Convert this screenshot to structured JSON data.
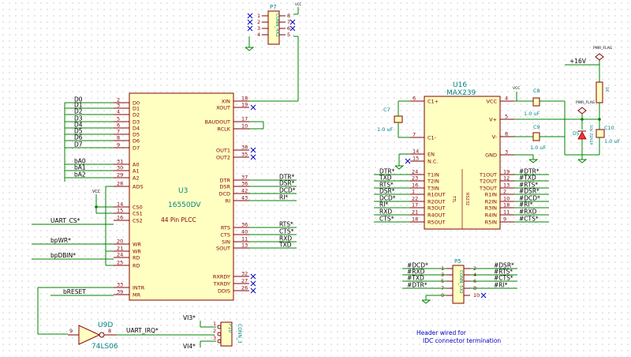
{
  "u3": {
    "ref": "U3",
    "value": "16550DV",
    "pkg": "44 Pin PLCC",
    "left_pins": [
      {
        "num": "2",
        "name": "D0"
      },
      {
        "num": "3",
        "name": "D1"
      },
      {
        "num": "4",
        "name": "D2"
      },
      {
        "num": "5",
        "name": "D3"
      },
      {
        "num": "6",
        "name": "D4"
      },
      {
        "num": "7",
        "name": "D5"
      },
      {
        "num": "8",
        "name": "D6"
      },
      {
        "num": "9",
        "name": "D7"
      },
      {
        "num": "31",
        "name": "A0"
      },
      {
        "num": "30",
        "name": "A1"
      },
      {
        "num": "29",
        "name": "A2"
      },
      {
        "num": "28",
        "name": "ADS"
      },
      {
        "num": "14",
        "name": "CS0"
      },
      {
        "num": "15",
        "name": "CS1"
      },
      {
        "num": "16",
        "name": "CS2"
      },
      {
        "num": "20",
        "name": "WR"
      },
      {
        "num": "21",
        "name": "WR"
      },
      {
        "num": "24",
        "name": "RD"
      },
      {
        "num": "25",
        "name": "RD"
      },
      {
        "num": "33",
        "name": "INTR"
      },
      {
        "num": "39",
        "name": "MR"
      }
    ],
    "right_pins": [
      {
        "num": "18",
        "name": "XIN"
      },
      {
        "num": "19",
        "name": "XOUT"
      },
      {
        "num": "17",
        "name": "BAUDOUT"
      },
      {
        "num": "10",
        "name": "RCLK"
      },
      {
        "num": "38",
        "name": "OUT1"
      },
      {
        "num": "35",
        "name": "OUT2"
      },
      {
        "num": "37",
        "name": "DTR"
      },
      {
        "num": "36",
        "name": "DSR"
      },
      {
        "num": "42",
        "name": "DCD"
      },
      {
        "num": "43",
        "name": "RI"
      },
      {
        "num": "36",
        "name": "RTS"
      },
      {
        "num": "40",
        "name": "CTS"
      },
      {
        "num": "11",
        "name": "SIN"
      },
      {
        "num": "13",
        "name": "SOUT"
      },
      {
        "num": "32",
        "name": "RXRDY"
      },
      {
        "num": "27",
        "name": "TXRDY"
      },
      {
        "num": "26",
        "name": "DDIS"
      }
    ],
    "left_nets": [
      "D0",
      "D1",
      "D2",
      "D3",
      "D4",
      "D5",
      "D6",
      "D7",
      "bA0",
      "bA1",
      "bA2"
    ],
    "right_nets": [
      "DTR*",
      "DSR*",
      "DCD*",
      "RI*",
      "RTS*",
      "CTS*",
      "RXD",
      "TXD"
    ],
    "uart_cs": "UART_CS*",
    "bpwr": "bpWR*",
    "bpdbin": "bpDBIN*",
    "breset": "bRESET",
    "uart_irq": "UART_IRQ*"
  },
  "u16": {
    "ref": "U16",
    "value": "MAX239",
    "side_label": "TTL",
    "side_label2": "RS232",
    "top_left": [
      {
        "num": "6",
        "name": "C1+"
      },
      {
        "num": "7",
        "name": "C1-"
      },
      {
        "num": "14",
        "name": "EN"
      },
      {
        "num": "15",
        "name": "N.C."
      }
    ],
    "top_right": [
      {
        "num": "4",
        "name": "VCC"
      },
      {
        "num": "5",
        "name": "V+"
      },
      {
        "num": "8",
        "name": "V-"
      },
      {
        "num": "3",
        "name": "GND"
      }
    ],
    "in_pins": [
      {
        "num": "24",
        "name": "T1IN",
        "net": "DTR*"
      },
      {
        "num": "23",
        "name": "T2IN",
        "net": "TXD"
      },
      {
        "num": "16",
        "name": "T3IN",
        "net": "RTS*"
      },
      {
        "num": "1",
        "name": "R1OUT",
        "net": "DSR*"
      },
      {
        "num": "22",
        "name": "R2OUT",
        "net": "DCD*"
      },
      {
        "num": "17",
        "name": "R3OUT",
        "net": "RI*"
      },
      {
        "num": "21",
        "name": "R4OUT",
        "net": "RXD"
      },
      {
        "num": "18",
        "name": "R5OUT",
        "net": "CTS*"
      }
    ],
    "out_pins": [
      {
        "num": "19",
        "name": "T1OUT",
        "net": "#DTR*"
      },
      {
        "num": "12",
        "name": "T2OUT",
        "net": "#TXD"
      },
      {
        "num": "13",
        "name": "T3OUT",
        "net": "#RTS*"
      },
      {
        "num": "2",
        "name": "R1IN",
        "net": "#DSR*"
      },
      {
        "num": "10",
        "name": "R2IN",
        "net": "#DCD*"
      },
      {
        "num": "18",
        "name": "R3IN",
        "net": "#RI*"
      },
      {
        "num": "11",
        "name": "R4IN",
        "net": "#RXD"
      },
      {
        "num": "9",
        "name": "R5IN",
        "net": "#CTS*"
      }
    ]
  },
  "p7": {
    "ref": "P7",
    "value": "CONN_4X2",
    "pins_left": [
      "1",
      "2",
      "3",
      "4"
    ],
    "pins_right": [
      "8",
      "7",
      "6",
      "5"
    ]
  },
  "p5": {
    "ref": "P5",
    "value": "CONN_5X2",
    "left": [
      {
        "num": "1",
        "net": "#DCD*"
      },
      {
        "num": "3",
        "net": "#RXD"
      },
      {
        "num": "5",
        "net": "#TXD"
      },
      {
        "num": "7",
        "net": "#DTR*"
      },
      {
        "num": "9",
        "net": ""
      }
    ],
    "right": [
      {
        "num": "2",
        "net": "#DSR*"
      },
      {
        "num": "4",
        "net": "#RTS*"
      },
      {
        "num": "6",
        "net": "#CTS*"
      },
      {
        "num": "8",
        "net": "#RI*"
      },
      {
        "num": "10",
        "net": ""
      }
    ]
  },
  "u9": {
    "ref": "U9D",
    "value": "74LS06",
    "pin_in": "9",
    "pin_out": "8"
  },
  "conn3": {
    "ref": "P10",
    "value": "CONN_3",
    "net1": "VI3*",
    "net2": "VI4*",
    "pins": [
      "1",
      "2",
      "3"
    ]
  },
  "caps": {
    "c7": {
      "ref": "C7",
      "value": "1.0 uF"
    },
    "c8": {
      "ref": "C8",
      "value": "1.0 uF"
    },
    "c9": {
      "ref": "C9",
      "value": "1.0 uF"
    },
    "c10": {
      "ref": "C10",
      "value": "1.0 uF"
    }
  },
  "power": {
    "v16": "+16V",
    "pwr_flag1": "PWR_FLAG",
    "pwr_flag2": "PWR_FLAG",
    "vcc": "VCC"
  },
  "r": {
    "ref": "R",
    "value": "1K"
  },
  "d": {
    "ref": "D5",
    "value": "10V ZENER"
  },
  "note": {
    "line1": "Header wired for",
    "line2": "IDC connector termination"
  }
}
